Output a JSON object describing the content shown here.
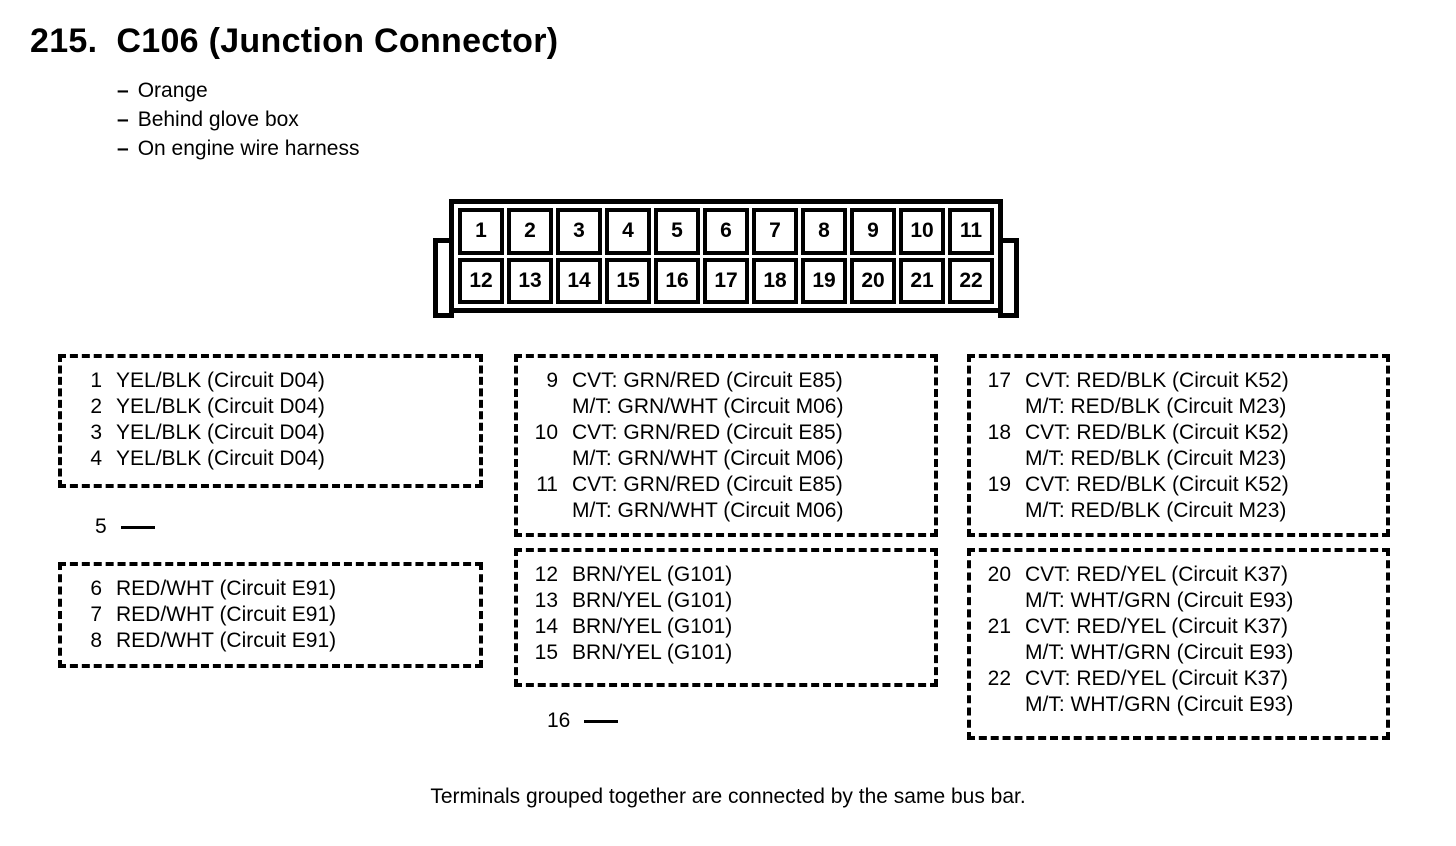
{
  "page": {
    "number": "215.",
    "title": "C106 (Junction Connector)",
    "notes": [
      {
        "bullet": "–",
        "text": "Orange"
      },
      {
        "bullet": "–",
        "text": "Behind glove box"
      },
      {
        "bullet": "–",
        "text": "On engine wire harness"
      }
    ],
    "footer": "Terminals grouped together are connected by the same bus bar."
  },
  "connector": {
    "top_row": [
      "1",
      "2",
      "3",
      "4",
      "5",
      "6",
      "7",
      "8",
      "9",
      "10",
      "11"
    ],
    "bottom_row": [
      "12",
      "13",
      "14",
      "15",
      "16",
      "17",
      "18",
      "19",
      "20",
      "21",
      "22"
    ]
  },
  "pin_groups": [
    {
      "id": "pins-1-4",
      "rows": [
        {
          "pin": "1",
          "line1": "YEL/BLK (Circuit D04)"
        },
        {
          "pin": "2",
          "line1": "YEL/BLK (Circuit D04)"
        },
        {
          "pin": "3",
          "line1": "YEL/BLK (Circuit D04)"
        },
        {
          "pin": "4",
          "line1": "YEL/BLK (Circuit D04)"
        }
      ]
    },
    {
      "id": "pins-6-8",
      "rows": [
        {
          "pin": "6",
          "line1": "RED/WHT (Circuit E91)"
        },
        {
          "pin": "7",
          "line1": "RED/WHT (Circuit E91)"
        },
        {
          "pin": "8",
          "line1": "RED/WHT (Circuit E91)"
        }
      ]
    },
    {
      "id": "pins-9-11",
      "rows": [
        {
          "pin": "9",
          "line1": "CVT: GRN/RED (Circuit E85)",
          "line2": "M/T: GRN/WHT (Circuit M06)"
        },
        {
          "pin": "10",
          "line1": "CVT: GRN/RED (Circuit E85)",
          "line2": "M/T: GRN/WHT (Circuit M06)"
        },
        {
          "pin": "11",
          "line1": "CVT: GRN/RED (Circuit E85)",
          "line2": "M/T: GRN/WHT (Circuit M06)"
        }
      ]
    },
    {
      "id": "pins-12-15",
      "rows": [
        {
          "pin": "12",
          "line1": "BRN/YEL (G101)"
        },
        {
          "pin": "13",
          "line1": "BRN/YEL (G101)"
        },
        {
          "pin": "14",
          "line1": "BRN/YEL (G101)"
        },
        {
          "pin": "15",
          "line1": "BRN/YEL (G101)"
        }
      ]
    },
    {
      "id": "pins-17-19",
      "rows": [
        {
          "pin": "17",
          "line1": "CVT: RED/BLK (Circuit K52)",
          "line2": "M/T: RED/BLK (Circuit M23)"
        },
        {
          "pin": "18",
          "line1": "CVT: RED/BLK (Circuit K52)",
          "line2": "M/T: RED/BLK (Circuit M23)"
        },
        {
          "pin": "19",
          "line1": "CVT: RED/BLK (Circuit K52)",
          "line2": "M/T: RED/BLK (Circuit M23)"
        }
      ]
    },
    {
      "id": "pins-20-22",
      "rows": [
        {
          "pin": "20",
          "line1": "CVT: RED/YEL (Circuit K37)",
          "line2": "M/T: WHT/GRN (Circuit E93)"
        },
        {
          "pin": "21",
          "line1": "CVT: RED/YEL (Circuit K37)",
          "line2": "M/T: WHT/GRN (Circuit E93)"
        },
        {
          "pin": "22",
          "line1": "CVT: RED/YEL (Circuit K37)",
          "line2": "M/T: WHT/GRN (Circuit E93)"
        }
      ]
    }
  ],
  "no_connection_pins": [
    {
      "pin": "5"
    },
    {
      "pin": "16"
    }
  ],
  "colors": {
    "ink": "#000000",
    "paper": "#ffffff"
  }
}
